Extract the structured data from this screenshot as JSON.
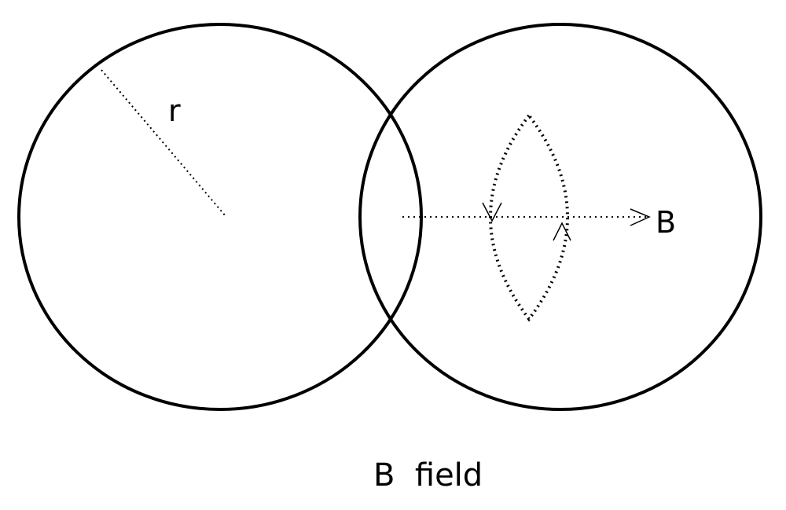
{
  "labels": {
    "radius": "r",
    "field_arrow": "B",
    "caption": "B  field"
  },
  "colors": {
    "stroke": "#000000",
    "background": "#ffffff"
  }
}
